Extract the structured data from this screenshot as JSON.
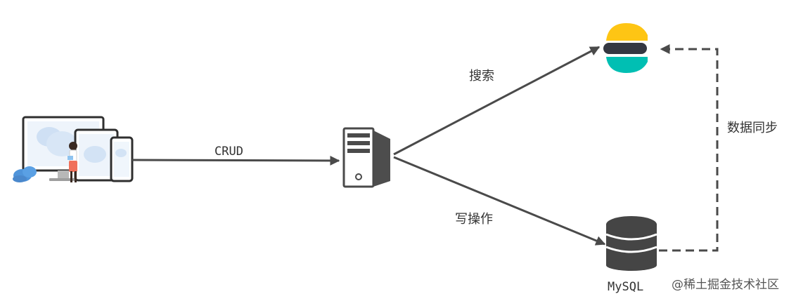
{
  "edges": {
    "crud": "CRUD",
    "search": "搜索",
    "write": "写操作",
    "sync": "数据同步"
  },
  "nodes": {
    "mysql": "MySQL"
  },
  "watermark": "@稀土掘金技术社区",
  "icons": {
    "client": "client-devices-icon",
    "server": "server-tower-icon",
    "elasticsearch": "elasticsearch-logo-icon",
    "database": "database-icon"
  },
  "colors": {
    "line": "#4a4a4a",
    "es_yellow": "#fec514",
    "es_dark": "#343741",
    "es_teal": "#00bfb3",
    "db": "#454545"
  }
}
